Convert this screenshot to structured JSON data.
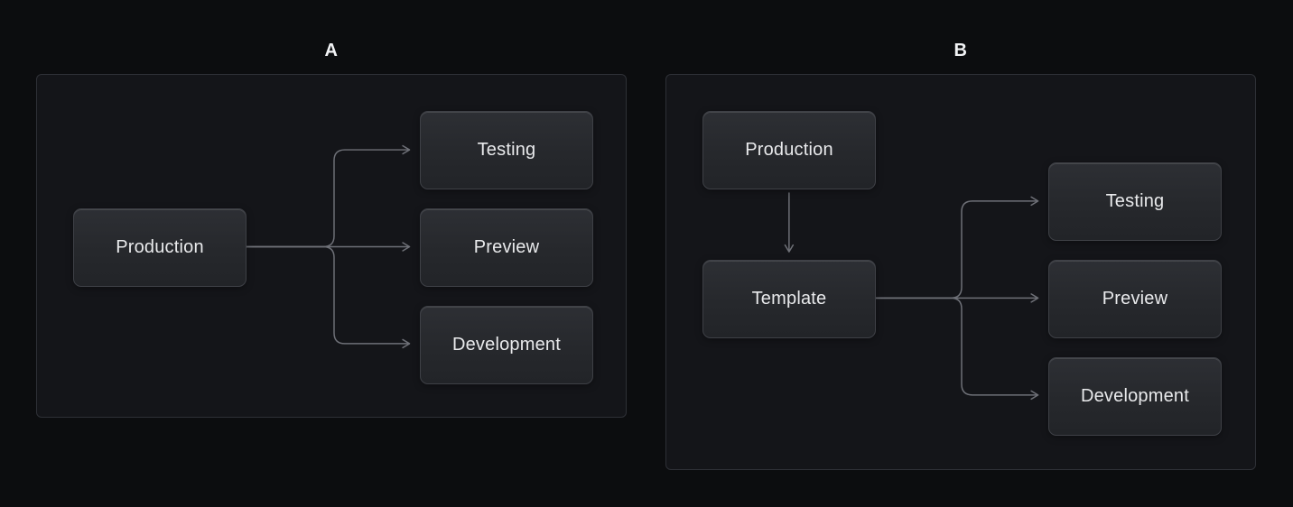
{
  "colors": {
    "page_background": "#0c0d0f",
    "panel_background": "#141519",
    "panel_border": "#2e3036",
    "node_background_top": "#2d2f34",
    "node_background_bottom": "#222428",
    "node_border": "#3e4046",
    "node_text": "#e9eaec",
    "connector": "#6e7077",
    "panel_label_text": "#f2f3f5"
  },
  "panels": [
    {
      "id": "A",
      "label": "A",
      "nodes": [
        {
          "id": "production",
          "label": "Production"
        },
        {
          "id": "testing",
          "label": "Testing"
        },
        {
          "id": "preview",
          "label": "Preview"
        },
        {
          "id": "development",
          "label": "Development"
        }
      ],
      "edges": [
        {
          "from": "production",
          "to": "testing",
          "arrow": "chevron"
        },
        {
          "from": "production",
          "to": "preview",
          "arrow": "chevron"
        },
        {
          "from": "production",
          "to": "development",
          "arrow": "chevron"
        }
      ]
    },
    {
      "id": "B",
      "label": "B",
      "nodes": [
        {
          "id": "production",
          "label": "Production"
        },
        {
          "id": "template",
          "label": "Template"
        },
        {
          "id": "testing",
          "label": "Testing"
        },
        {
          "id": "preview",
          "label": "Preview"
        },
        {
          "id": "development",
          "label": "Development"
        }
      ],
      "edges": [
        {
          "from": "production",
          "to": "template",
          "arrow": "chevron"
        },
        {
          "from": "template",
          "to": "testing",
          "arrow": "chevron"
        },
        {
          "from": "template",
          "to": "preview",
          "arrow": "chevron"
        },
        {
          "from": "template",
          "to": "development",
          "arrow": "chevron"
        }
      ]
    }
  ]
}
